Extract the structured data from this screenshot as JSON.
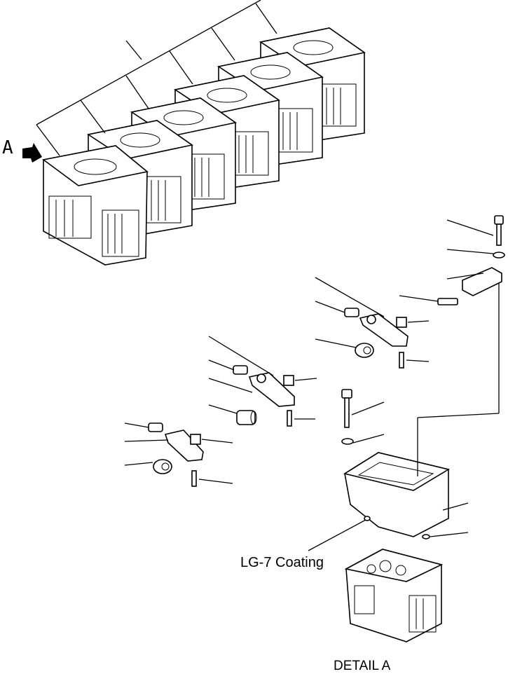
{
  "labels": {
    "view_letter": "A",
    "coating_note": "LG-7 Coating",
    "detail_caption": "DETAIL A"
  },
  "colors": {
    "ink": "#000000",
    "paper": "#ffffff"
  },
  "icons": {
    "view_arrow": "arrow-icon"
  }
}
